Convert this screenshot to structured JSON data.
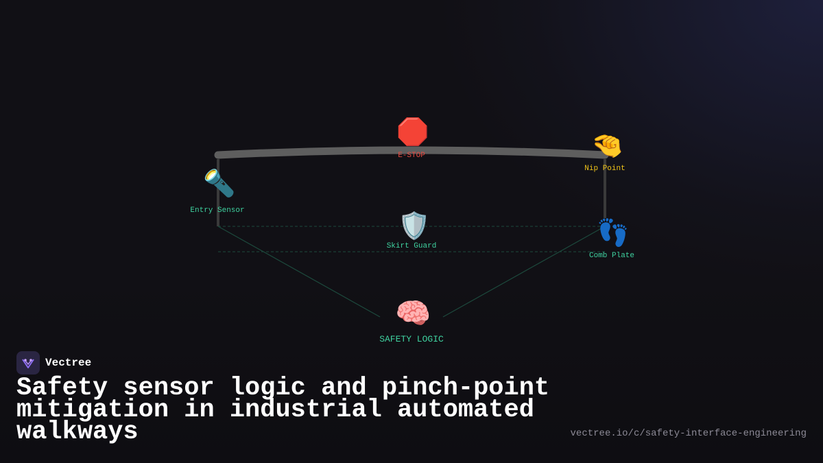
{
  "diagram": {
    "nodes": [
      {
        "id": "estop",
        "icon": "stop-sign-icon",
        "glyph": "🛑",
        "label": "E-STOP",
        "color": "#e5483f"
      },
      {
        "id": "nip",
        "icon": "pinching-hand-icon",
        "glyph": "🤏",
        "label": "Nip Point",
        "color": "#f0c419"
      },
      {
        "id": "entry",
        "icon": "flashlight-icon",
        "glyph": "🔦",
        "label": "Entry Sensor",
        "color": "#3fd2a0"
      },
      {
        "id": "skirt",
        "icon": "shield-icon",
        "glyph": "🛡️",
        "label": "Skirt Guard",
        "color": "#3fd2a0"
      },
      {
        "id": "comb",
        "icon": "footprints-icon",
        "glyph": "👣",
        "label": "Comb Plate",
        "color": "#3fd2a0"
      },
      {
        "id": "logic",
        "icon": "brain-icon",
        "glyph": "🧠",
        "label": "SAFETY LOGIC",
        "color": "#3fd2a0"
      }
    ],
    "colors": {
      "walkway": "#5a5a5a",
      "post": "#3a3a3a",
      "link": "#1d4a3d"
    }
  },
  "brand": {
    "name": "Vectree",
    "logo_icon": "vectree-logo-icon",
    "accent": "#8b6cf0"
  },
  "title": "Safety sensor logic and pinch-point mitigation in industrial automated walkways",
  "url": "vectree.io/c/safety-interface-engineering"
}
